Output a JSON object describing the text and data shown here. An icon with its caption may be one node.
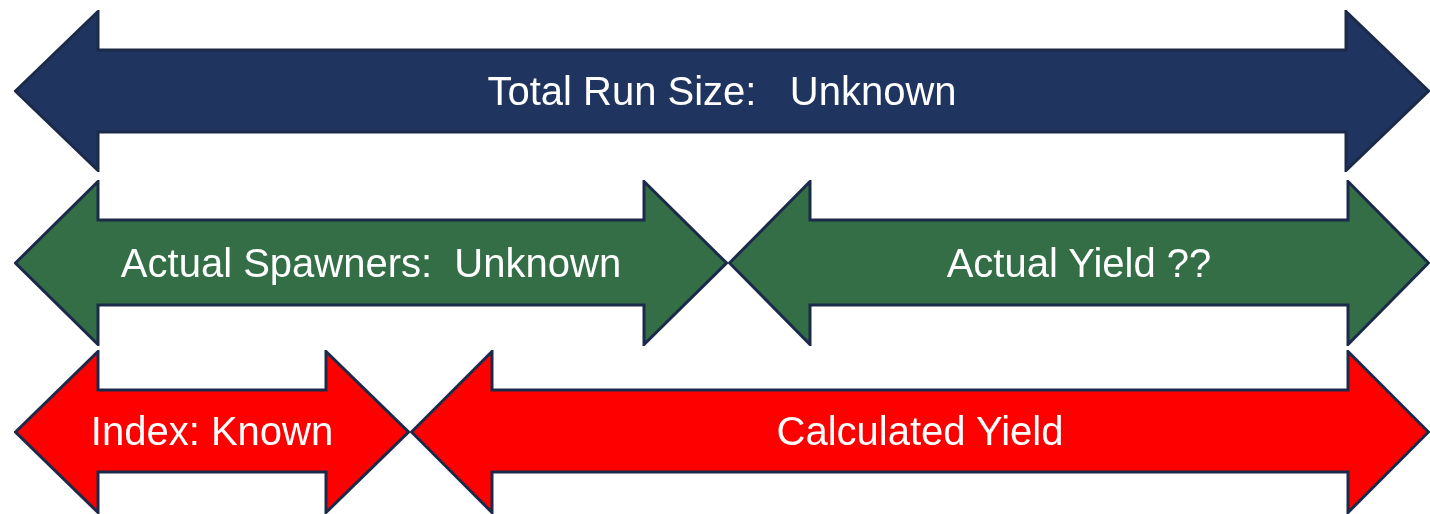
{
  "diagram": {
    "nodes": [
      {
        "text": [
          "Total Run Size:   Unknown"
        ]
      },
      {
        "text": [
          "Actual Spawners:  Unknown"
        ]
      },
      {
        "text": [
          "Actual Yield ??"
        ]
      },
      {
        "text": [
          "Index: Known"
        ]
      },
      {
        "text": [
          "Calculated Yield"
        ]
      }
    ]
  }
}
